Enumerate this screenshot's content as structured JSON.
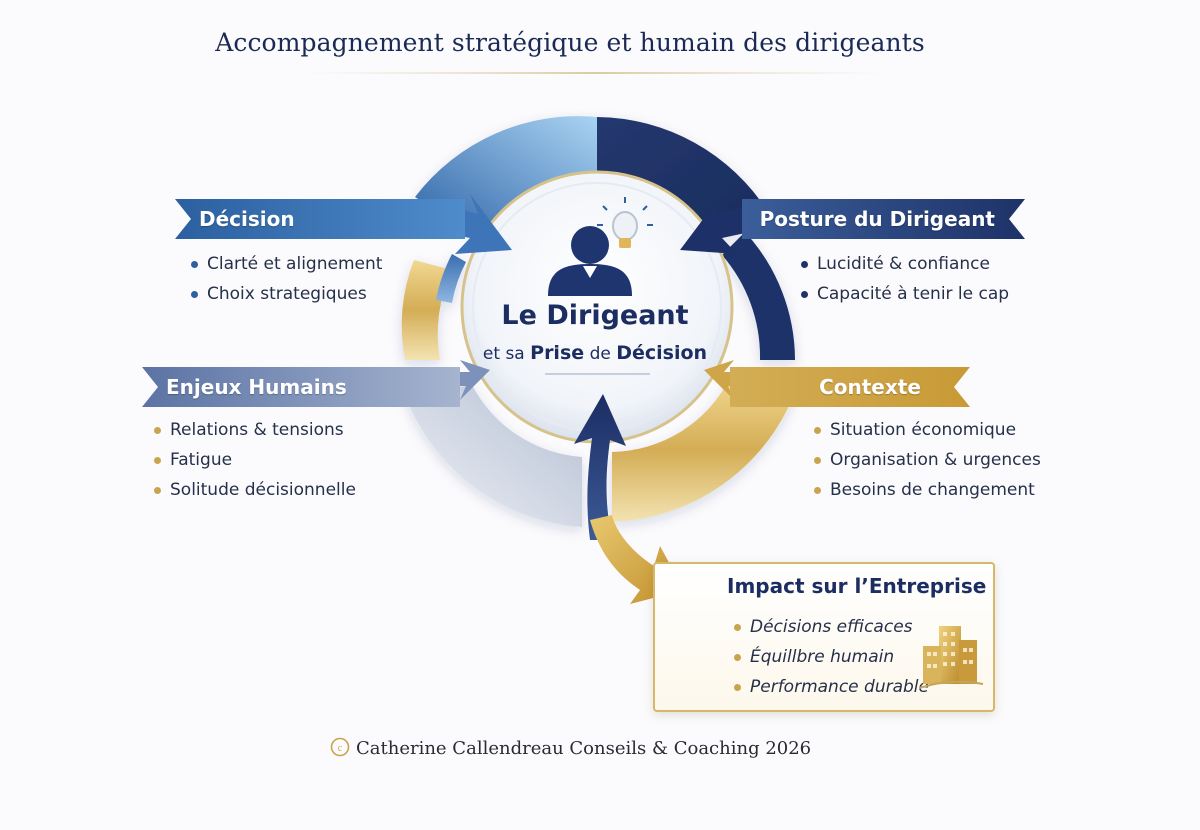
{
  "title": "Accompagnement stratégique et humain des dirigeants",
  "center": {
    "title": "Le Dirigeant",
    "subtitle_prefix": "et sa",
    "subtitle_word1": "Prise",
    "subtitle_mid": "de",
    "subtitle_word2": "Décision",
    "icons": [
      "person-icon",
      "lightbulb-icon"
    ]
  },
  "sections": {
    "decision": {
      "label": "Décision",
      "items": [
        "Clarté et alignement",
        "Choix strategiques"
      ]
    },
    "posture": {
      "label": "Posture du Dirigeant",
      "items": [
        "Lucidité & confiance",
        "Capacité à tenir le cap"
      ]
    },
    "humains": {
      "label": "Enjeux Humains",
      "items": [
        "Relations & tensions",
        "Fatigue",
        "Solitude décisionnelle"
      ]
    },
    "contexte": {
      "label": "Contexte",
      "items": [
        "Situation économique",
        "Organisation & urgences",
        "Besoins de changement"
      ]
    },
    "impact": {
      "label": "Impact sur l’Entreprise",
      "items": [
        "Décisions efficaces",
        "Équillbre humain",
        "Performance durable"
      ],
      "icon": "building-icon"
    }
  },
  "footer": "Catherine Callendreau Conseils & Coaching 2026",
  "colors": {
    "navy": "#1c2e61",
    "blue": "#2f5f9e",
    "light_blue": "#9cc6ea",
    "gold": "#c9a44e",
    "silver": "#c8cfdd"
  }
}
